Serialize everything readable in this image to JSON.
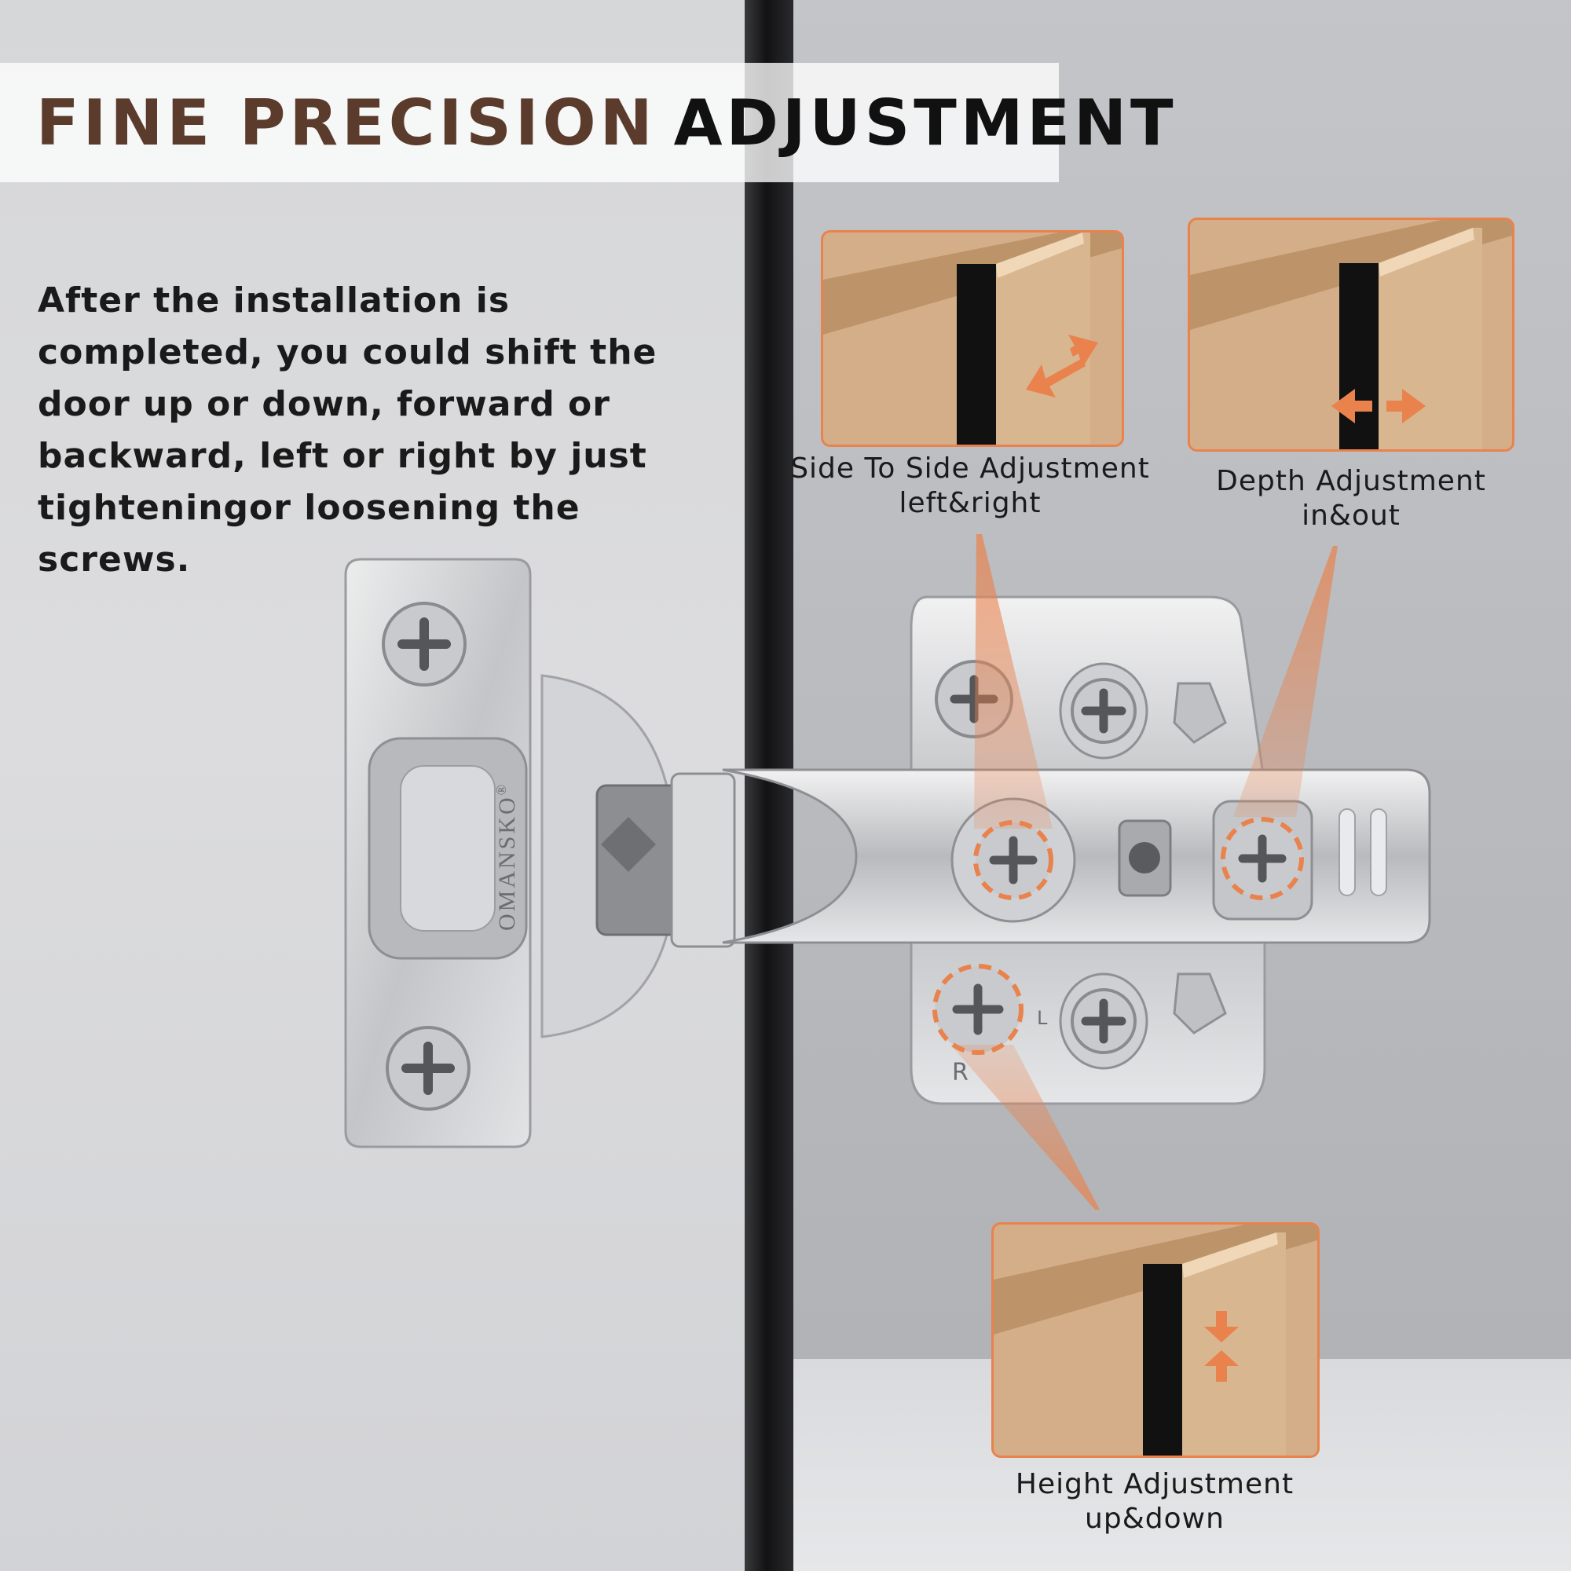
{
  "title": {
    "part1": "FINE PRECISION",
    "part2": "ADJUSTMENT",
    "part1_color": "#5b3b2b",
    "part2_color": "#111111"
  },
  "description": "After the installation is completed, you could shift the door up or down, forward or backward, left or right by just tighteningor loosening the screws.",
  "brand": "OMANSKO",
  "brand_mark": "®",
  "adjustments": [
    {
      "line1": "Side To Side Adjustment",
      "line2": "left&right"
    },
    {
      "line1": "Depth Adjustment",
      "line2": "in&out"
    },
    {
      "line1": "Height Adjustment",
      "line2": "up&down"
    }
  ],
  "plate_marks": {
    "left": "L",
    "right": "R"
  },
  "colors": {
    "accent": "#e9824c",
    "wood": "#c9a27c",
    "metal": "#c7c8cb"
  },
  "icons": [
    "phillips-screw-icon",
    "double-arrow-icon"
  ]
}
